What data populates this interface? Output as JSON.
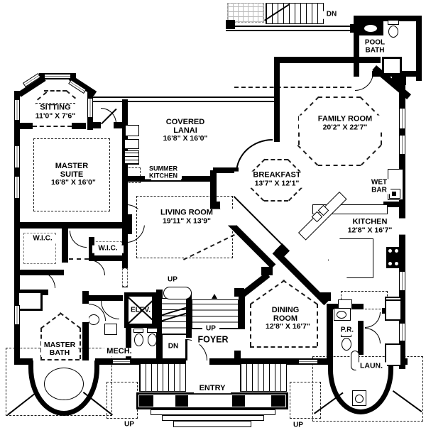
{
  "rooms": {
    "sitting": {
      "name": "SITTING",
      "dims": "11'0\" X 7'6\""
    },
    "master_suite": {
      "name": "MASTER SUITE",
      "dims": "16'8\" X 16'0\""
    },
    "covered_lanai": {
      "name": "COVERED LANAI",
      "dims": "16'8\" X 16'0\""
    },
    "summer_kitchen": {
      "name": "SUMMER KITCHEN"
    },
    "family_room": {
      "name": "FAMILY ROOM",
      "dims": "20'2\" X 22'7\""
    },
    "pool_bath": {
      "name": "POOL BATH"
    },
    "breakfast": {
      "name": "BREAKFAST",
      "dims": "13'7\" X 12'1\""
    },
    "wet_bar": {
      "name": "WET BAR"
    },
    "kitchen": {
      "name": "KITCHEN",
      "dims": "12'8\" X 16'7\""
    },
    "living_room": {
      "name": "LIVING ROOM",
      "dims": "19'11\" X 13'9\""
    },
    "wic_left": {
      "name": "W.I.C."
    },
    "wic_right": {
      "name": "W.I.C."
    },
    "master_bath": {
      "name": "MASTER BATH"
    },
    "mech": {
      "name": "MECH."
    },
    "elevator": {
      "name": "ELEV."
    },
    "foyer": {
      "name": "FOYER"
    },
    "dining_room": {
      "name": "DINING ROOM",
      "dims": "12'8\" X 16'7\""
    },
    "powder_room": {
      "name": "P.R."
    },
    "laundry": {
      "name": "LAUN."
    },
    "entry": {
      "name": "ENTRY"
    }
  },
  "markers": {
    "deck_stair_down": "DN",
    "interior_stair_up": "UP",
    "interior_stair_down": "DN",
    "foyer_stair_up": "UP",
    "porch_left_up": "UP",
    "porch_right_up": "UP"
  },
  "colors": {
    "ink": "#000000",
    "paper": "#ffffff"
  }
}
